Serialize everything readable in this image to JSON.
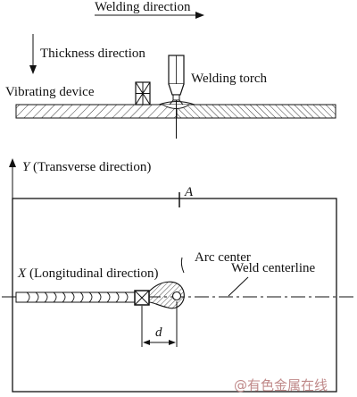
{
  "top_view": {
    "welding_direction": "Welding direction",
    "thickness_direction": "Thickness direction",
    "vibrating_device": "Vibrating device",
    "welding_torch": "Welding torch"
  },
  "plan_view": {
    "y_axis_letter": "Y",
    "y_axis_desc": "(Transverse direction)",
    "point_a": "A",
    "arc_center": "Arc center",
    "weld_centerline": "Weld centerline",
    "x_axis_letter": "X",
    "x_axis_desc": "(Longitudinal direction)",
    "distance_label": "d"
  },
  "watermark": "@有色金属在线"
}
